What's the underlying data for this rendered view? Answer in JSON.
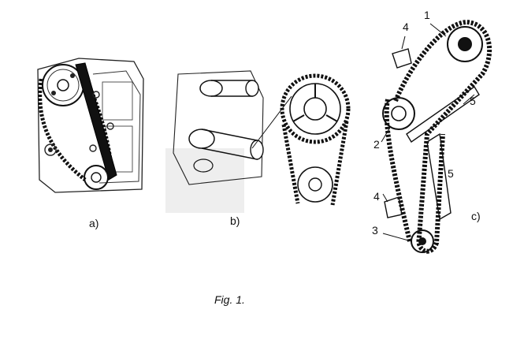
{
  "figure": {
    "caption": "Fig. 1.",
    "panels": [
      {
        "label": "a)"
      },
      {
        "label": "b)"
      },
      {
        "label": "c)"
      }
    ],
    "callouts": [
      "1",
      "2",
      "3",
      "4",
      "4",
      "5",
      "5"
    ]
  }
}
